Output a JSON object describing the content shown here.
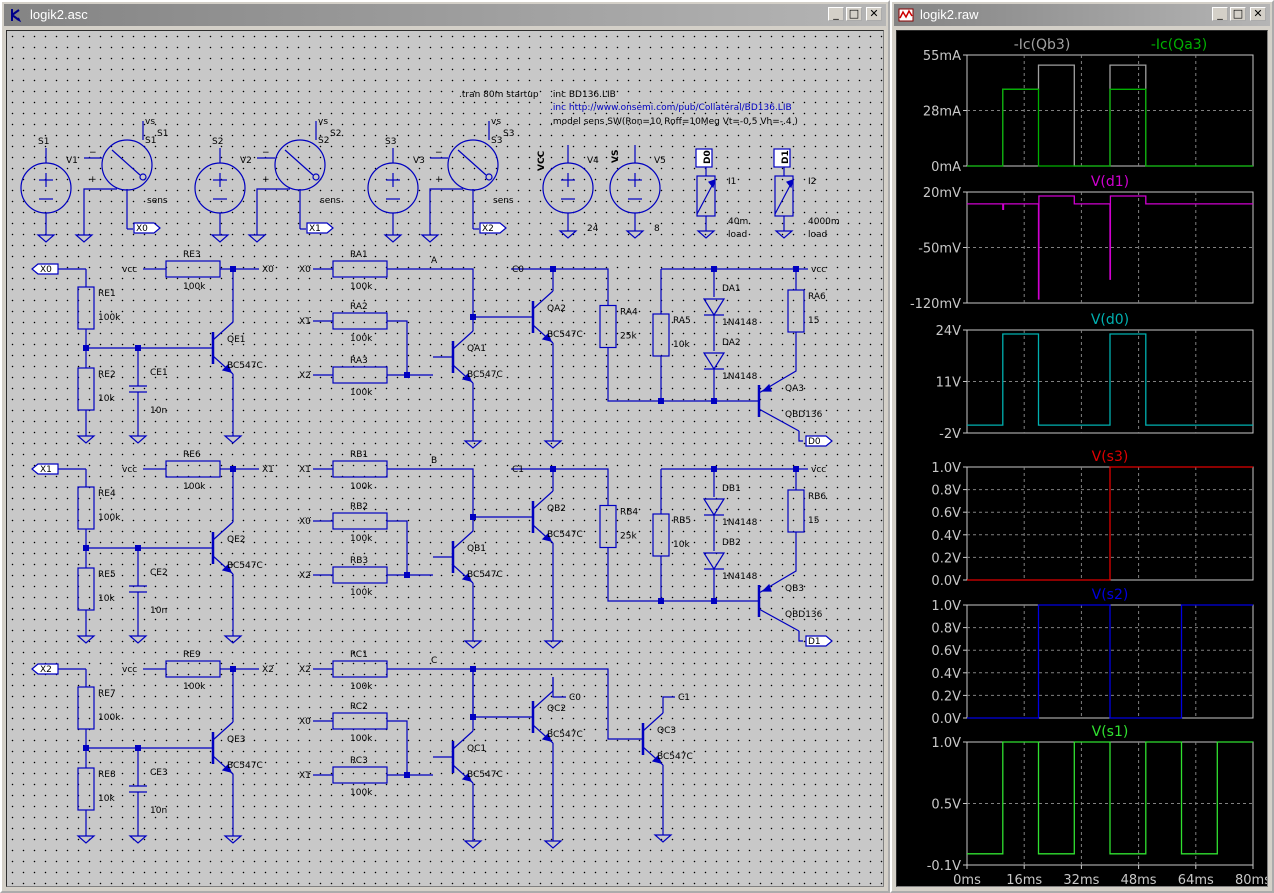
{
  "schematic_window": {
    "title": "logik2.asc",
    "directives": {
      "tran": ".tran 80m startup",
      "inc_lib": ".inc BD136.LIB",
      "inc_url": ".inc http://www.onsemi.com/pub/Collateral/BD136.LIB",
      "model": ".model sens SW(Ron=10 Roff=10Meg Vt=-0.5 Vh=-.4 )"
    },
    "sources": {
      "v1": {
        "name": "V1",
        "plus_net": "S1"
      },
      "v2": {
        "name": "V2",
        "plus_net": "S2"
      },
      "v3": {
        "name": "V3",
        "plus_net": "S3"
      },
      "v4": {
        "name": "V4",
        "net": "VCC",
        "value": "24"
      },
      "v5": {
        "name": "V5",
        "net": "VS",
        "value": "8"
      },
      "i1": {
        "name": "I1",
        "net": "D0",
        "value": "40m",
        "type": "load"
      },
      "i2": {
        "name": "I2",
        "net": "D1",
        "value": "4000m",
        "type": "load"
      }
    },
    "switches": {
      "s1": {
        "name": "S1",
        "ctrl": "S1",
        "vs": "vs",
        "sens": "sens",
        "out": "X0"
      },
      "s2": {
        "name": "S2",
        "ctrl": "S2",
        "vs": "vs",
        "sens": "sens",
        "out": "X1"
      },
      "s3": {
        "name": "S3",
        "ctrl": "S3",
        "vs": "vs",
        "sens": "sens",
        "out": "X2"
      }
    },
    "net_labels": {
      "vcc": "vcc",
      "a": "A",
      "b": "B",
      "c": "C",
      "c0": "C0",
      "c1": "C1",
      "d0": "D0",
      "d1": "D1",
      "x0": "X0",
      "x1": "X1",
      "x2": "X2"
    },
    "e_stages": [
      {
        "re_top": "RE1",
        "re_top_val": "100k",
        "re_bot": "RE2",
        "re_bot_val": "10k",
        "rc": "RE3",
        "rc_val": "100k",
        "ce": "CE1",
        "ce_val": "10n",
        "q": "QE1",
        "q_model": "BC547C",
        "in": "X0",
        "out": "X0"
      },
      {
        "re_top": "RE4",
        "re_top_val": "100k",
        "re_bot": "RE5",
        "re_bot_val": "10k",
        "rc": "RE6",
        "rc_val": "100k",
        "ce": "CE2",
        "ce_val": "10n",
        "q": "QE2",
        "q_model": "BC547C",
        "in": "X1",
        "out": "X1"
      },
      {
        "re_top": "RE7",
        "re_top_val": "100k",
        "re_bot": "RE8",
        "re_bot_val": "10k",
        "rc": "RE9",
        "rc_val": "100k",
        "ce": "CE3",
        "ce_val": "10n",
        "q": "QE3",
        "q_model": "BC547C",
        "in": "X2",
        "out": "X2"
      }
    ],
    "gates": [
      {
        "r1": "RA1",
        "r2": "RA2",
        "r3": "RA3",
        "rval": "100k",
        "in1": "X0",
        "in2": "X1",
        "in3": "X2",
        "q1": "QA1",
        "q2": "QA2",
        "qmodel": "BC547C",
        "node": "A",
        "cout": "C0"
      },
      {
        "r1": "RB1",
        "r2": "RB2",
        "r3": "RB3",
        "rval": "100k",
        "in1": "X1",
        "in2": "X0",
        "in3": "X2",
        "q1": "QB1",
        "q2": "QB2",
        "qmodel": "BC547C",
        "node": "B",
        "cout": "C1"
      },
      {
        "r1": "RC1",
        "r2": "RC2",
        "r3": "RC3",
        "rval": "100k",
        "in1": "X2",
        "in2": "X0",
        "in3": "X1",
        "q1": "QC1",
        "q2": "QC2",
        "q3": "QC3",
        "qmodel": "BC547C",
        "node": "C",
        "c0": "C0",
        "c1": "C1"
      }
    ],
    "drivers": [
      {
        "r4": "RA4",
        "r4_val": "25k",
        "r5": "RA5",
        "r5_val": "10k",
        "d1": "DA1",
        "d2": "DA2",
        "dmodel": "1N4148",
        "r6": "RA6",
        "r6_val": "15",
        "q": "QA3",
        "qmodel": "QBD136",
        "cin": "C0",
        "out": "D0"
      },
      {
        "r4": "RB4",
        "r4_val": "25k",
        "r5": "RB5",
        "r5_val": "10k",
        "d1": "DB1",
        "d2": "DB2",
        "dmodel": "1N4148",
        "r6": "RB6",
        "r6_val": "15",
        "q": "QB3",
        "qmodel": "QBD136",
        "cin": "C1",
        "out": "D1"
      }
    ]
  },
  "waveform_window": {
    "title": "logik2.raw",
    "x_axis": {
      "ticks": [
        "0ms",
        "16ms",
        "32ms",
        "48ms",
        "64ms",
        "80ms"
      ],
      "range": [
        0,
        80
      ],
      "unit": "ms"
    },
    "colors": {
      "grey": "#a0a0a0",
      "green": "#00b000",
      "magenta": "#d000d0",
      "cyan": "#00b0b0",
      "red": "#e00000",
      "blue": "#0000e0",
      "lgreen": "#30e030"
    },
    "panes": [
      {
        "traces": [
          "-Ic(Qb3)",
          "-Ic(Qa3)"
        ],
        "yticks": [
          "55mA",
          "28mA",
          "0mA"
        ]
      },
      {
        "traces": [
          "V(d1)"
        ],
        "yticks": [
          "20mV",
          "-50mV",
          "-120mV"
        ]
      },
      {
        "traces": [
          "V(d0)"
        ],
        "yticks": [
          "24V",
          "11V",
          "-2V"
        ]
      },
      {
        "traces": [
          "V(s3)"
        ],
        "yticks": [
          "1.0V",
          "0.8V",
          "0.6V",
          "0.4V",
          "0.2V",
          "0.0V"
        ]
      },
      {
        "traces": [
          "V(s2)"
        ],
        "yticks": [
          "1.0V",
          "0.8V",
          "0.6V",
          "0.4V",
          "0.2V",
          "0.0V"
        ]
      },
      {
        "traces": [
          "V(s1)"
        ],
        "yticks": [
          "1.0V",
          "0.5V",
          "-0.1V"
        ]
      }
    ]
  },
  "chart_data": {
    "type": "line",
    "x_unit": "ms",
    "xlim": [
      0,
      80
    ],
    "panes": [
      {
        "ylim": [
          0,
          55
        ],
        "unit": "mA",
        "series": [
          {
            "name": "-Ic(Qb3)",
            "color": "#a0a0a0",
            "x": [
              0,
              10,
              10,
              20,
              20,
              30,
              30,
              40,
              40,
              50,
              50,
              80
            ],
            "y": [
              0,
              0,
              38,
              38,
              50,
              50,
              0,
              0,
              50,
              50,
              0,
              0
            ]
          },
          {
            "name": "-Ic(Qa3)",
            "color": "#00b000",
            "x": [
              0,
              10,
              10,
              20,
              20,
              40,
              40,
              50,
              50,
              80
            ],
            "y": [
              0,
              0,
              38,
              38,
              0,
              0,
              38,
              38,
              0,
              0
            ]
          }
        ]
      },
      {
        "ylim": [
          -120,
          20
        ],
        "unit": "mV",
        "series": [
          {
            "name": "V(d1)",
            "color": "#d000d0",
            "x": [
              0,
              10,
              10,
              10.2,
              10.2,
              20,
              20,
              20.1,
              20.1,
              30,
              30,
              40,
              40,
              40.1,
              40.1,
              50,
              50,
              80
            ],
            "y": [
              5,
              5,
              -2,
              -2,
              5,
              5,
              -115,
              -115,
              15,
              15,
              5,
              5,
              -90,
              -90,
              15,
              15,
              5,
              5
            ]
          }
        ]
      },
      {
        "ylim": [
          -2,
          24
        ],
        "unit": "V",
        "series": [
          {
            "name": "V(d0)",
            "color": "#00b0b0",
            "x": [
              0,
              10,
              10,
              20,
              20,
              40,
              40,
              50,
              50,
              80
            ],
            "y": [
              0,
              0,
              23,
              23,
              0,
              0,
              23,
              23,
              0,
              0
            ]
          }
        ]
      },
      {
        "ylim": [
          0,
          1
        ],
        "unit": "V",
        "series": [
          {
            "name": "V(s3)",
            "color": "#e00000",
            "x": [
              0,
              40,
              40,
              80
            ],
            "y": [
              0,
              0,
              1,
              1
            ]
          }
        ]
      },
      {
        "ylim": [
          0,
          1
        ],
        "unit": "V",
        "series": [
          {
            "name": "V(s2)",
            "color": "#0000e0",
            "x": [
              0,
              20,
              20,
              40,
              40,
              60,
              60,
              80
            ],
            "y": [
              0,
              0,
              1,
              1,
              0,
              0,
              1,
              1
            ]
          }
        ]
      },
      {
        "ylim": [
          -0.1,
          1
        ],
        "unit": "V",
        "series": [
          {
            "name": "V(s1)",
            "color": "#30e030",
            "x": [
              0,
              10,
              10,
              20,
              20,
              30,
              30,
              40,
              40,
              50,
              50,
              60,
              60,
              70,
              70,
              80
            ],
            "y": [
              0,
              0,
              1,
              1,
              0,
              0,
              1,
              1,
              0,
              0,
              1,
              1,
              0,
              0,
              1,
              1
            ]
          }
        ]
      }
    ]
  }
}
